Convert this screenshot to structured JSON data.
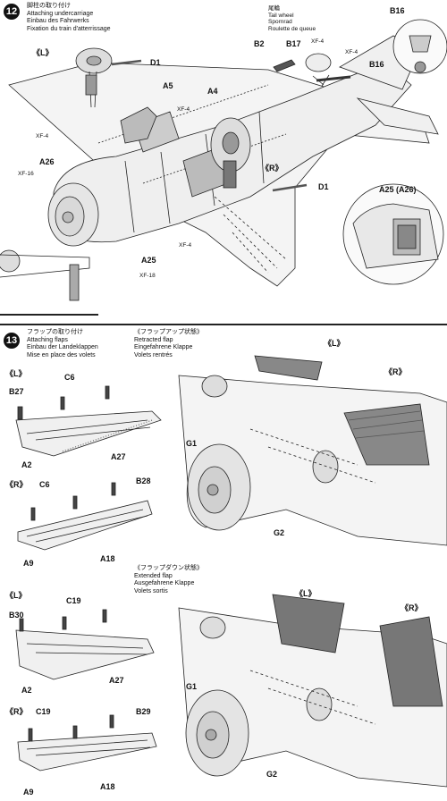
{
  "step12": {
    "number": "12",
    "title_lines": [
      "脚柱の取り付け",
      "Attaching undercarriage",
      "Einbau des Fahrwerks",
      "Fixation du train d'atterrissage"
    ],
    "tail_wheel_lines": [
      "尾輪",
      "Tail wheel",
      "Spornrad",
      "Roulette de queue"
    ],
    "labels": {
      "L": "《L》",
      "R": "《R》",
      "D1_top": "D1",
      "D1_right": "D1",
      "A5": "A5",
      "A4": "A4",
      "A26": "A26",
      "A25": "A25",
      "A25_A26": "A25 (A26)",
      "B2": "B2",
      "B17": "B17",
      "B16_mid": "B16",
      "B16_top": "B16",
      "xf4_a": "XF-4",
      "xf4_b": "XF-4",
      "xf4_c": "XF-4",
      "xf4_d": "XF-4",
      "xf4_e": "XF-4",
      "xf16": "XF-16",
      "xf18": "XF-18"
    }
  },
  "step13": {
    "number": "13",
    "title_lines": [
      "フラップの取り付け",
      "Attaching flaps",
      "Einbau der Landeklappen",
      "Mise en place des volets"
    ],
    "retracted_lines": [
      "《フラップアップ状態》",
      "Retracted flap",
      "Eingefahrene Klappe",
      "Volets rentrés"
    ],
    "extended_lines": [
      "《フラップダウン状態》",
      "Extended flap",
      "Ausgefahrene Klappe",
      "Volets sortis"
    ],
    "labels": {
      "L1": "《L》",
      "B27": "B27",
      "C6_1": "C6",
      "A2_1": "A2",
      "A27_1": "A27",
      "R1": "《R》",
      "C6_2": "C6",
      "B28": "B28",
      "A9_1": "A9",
      "A18_1": "A18",
      "L2": "《L》",
      "C19_1": "C19",
      "B30": "B30",
      "A2_2": "A2",
      "A27_2": "A27",
      "R2": "《R》",
      "C19_2": "C19",
      "B29": "B29",
      "A9_2": "A9",
      "A18_2": "A18",
      "retr_L": "《L》",
      "retr_R": "《R》",
      "G1_a": "G1",
      "G2_a": "G2",
      "ext_L": "《L》",
      "ext_R": "《R》",
      "G1_b": "G1",
      "G2_b": "G2"
    }
  }
}
